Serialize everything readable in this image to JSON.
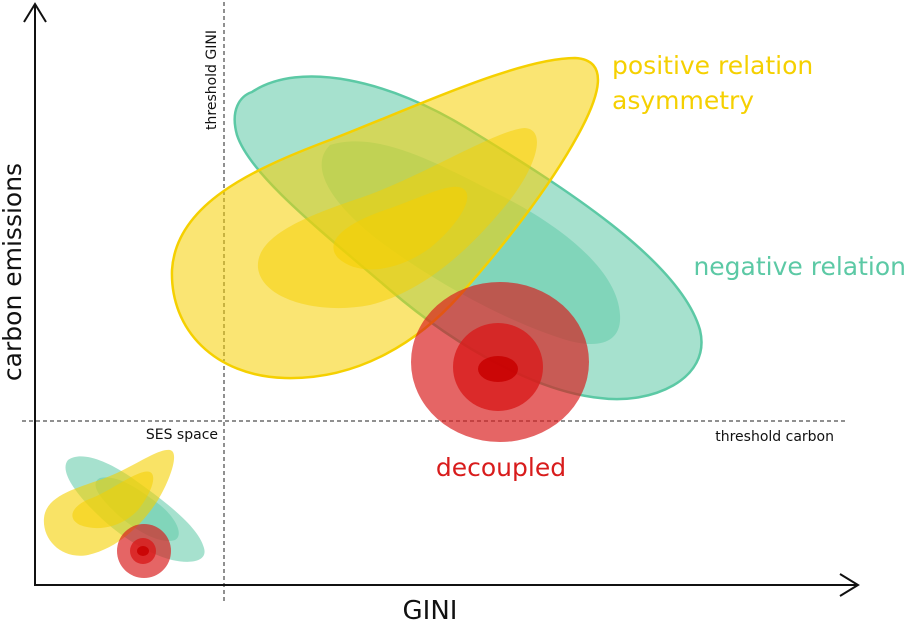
{
  "axes": {
    "x_label": "GINI",
    "y_label": "carbon emissions"
  },
  "thresholds": {
    "gini_label": "threshold GINI",
    "carbon_label": "threshold carbon"
  },
  "regions": {
    "positive": {
      "line1": "positive relation",
      "line2": "asymmetry",
      "color": "#f5d000"
    },
    "negative": {
      "label": "negative relation",
      "color": "#5cc9a5"
    },
    "decoupled": {
      "label": "decoupled",
      "color": "#d81c1c"
    }
  },
  "inset": {
    "label": "SES space"
  }
}
